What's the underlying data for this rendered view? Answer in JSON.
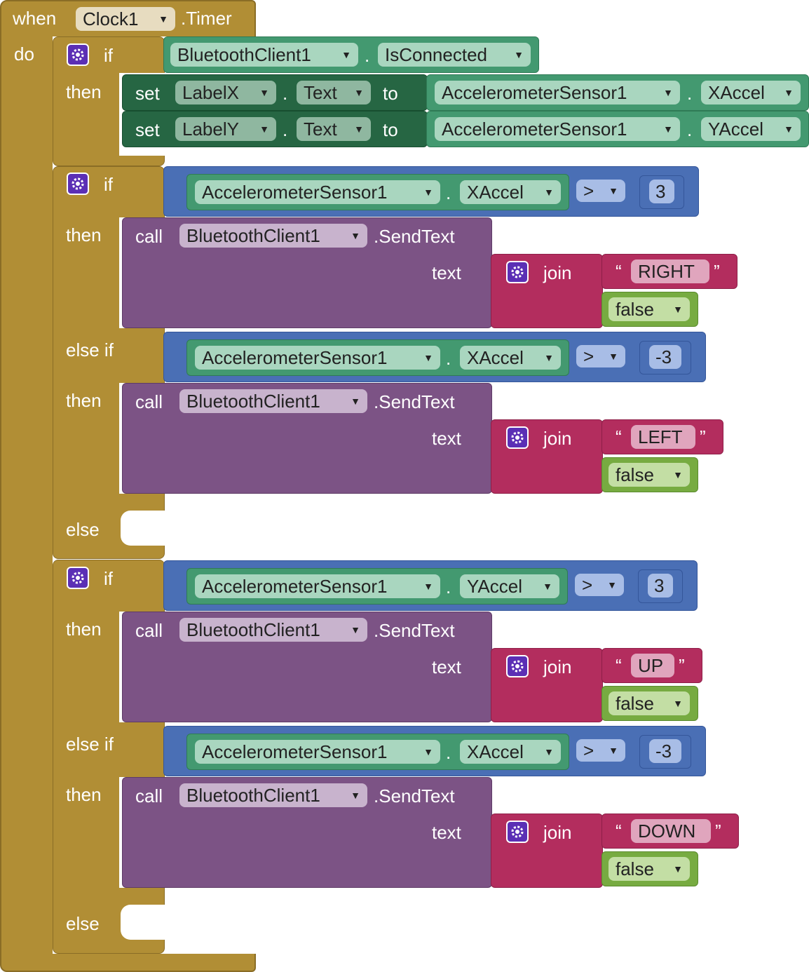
{
  "event": {
    "when_label": "when",
    "component": "Clock1",
    "event_name": ".Timer",
    "do_label": "do"
  },
  "keywords": {
    "if": "if",
    "then": "then",
    "else_if": "else if",
    "else": "else",
    "set": "set",
    "to": "to",
    "call": "call",
    "text": "text",
    "join": "join",
    "dot": ".",
    "open_quote": "“",
    "close_quote": "”"
  },
  "if1": {
    "component": "BluetoothClient1",
    "property": "IsConnected",
    "set1": {
      "component": "LabelX",
      "property": "Text",
      "source": "AccelerometerSensor1",
      "source_property": "XAccel"
    },
    "set2": {
      "component": "LabelY",
      "property": "Text",
      "source": "AccelerometerSensor1",
      "source_property": "YAccel"
    }
  },
  "if2": {
    "cond": {
      "component": "AccelerometerSensor1",
      "property": "XAccel",
      "op": ">",
      "value": "3"
    },
    "call": {
      "component": "BluetoothClient1",
      "method": ".SendText",
      "string": "RIGHT",
      "bool": "false"
    },
    "elseif_cond": {
      "component": "AccelerometerSensor1",
      "property": "XAccel",
      "op": ">",
      "value": "-3"
    },
    "elseif_call": {
      "component": "BluetoothClient1",
      "method": ".SendText",
      "string": "LEFT",
      "bool": "false"
    }
  },
  "if3": {
    "cond": {
      "component": "AccelerometerSensor1",
      "property": "YAccel",
      "op": ">",
      "value": "3"
    },
    "call": {
      "component": "BluetoothClient1",
      "method": ".SendText",
      "string": "UP",
      "bool": "false"
    },
    "elseif_cond": {
      "component": "AccelerometerSensor1",
      "property": "XAccel",
      "op": ">",
      "value": "-3"
    },
    "elseif_call": {
      "component": "BluetoothClient1",
      "method": ".SendText",
      "string": "DOWN",
      "bool": "false"
    }
  },
  "colors": {
    "control": "#b18e35",
    "control_light": "#c9a85a",
    "bluetooth": "#439970",
    "set": "#266643",
    "logic_compare": "#4a6fb5",
    "procedure": "#7c5385",
    "text": "#b32d5e",
    "bool": "#77ab41",
    "field_light": "#e7dcc0"
  }
}
